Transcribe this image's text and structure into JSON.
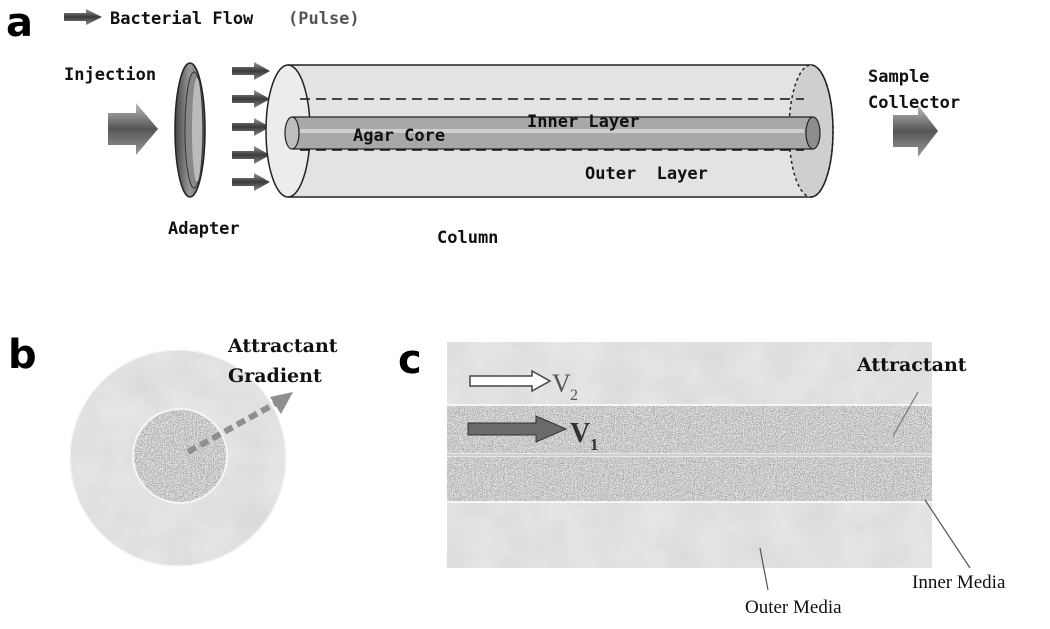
{
  "panel_a": {
    "letter": "a",
    "legend_bacterial_flow": "Bacterial Flow",
    "legend_pulse": "(Pulse)",
    "injection": "Injection",
    "adapter": "Adapter",
    "agar_core": "Agar Core",
    "inner_layer": "Inner Layer",
    "outer_layer": "Outer  Layer",
    "column": "Column",
    "sample": "Sample",
    "collector": "Collector"
  },
  "panel_b": {
    "letter": "b",
    "attractant": "Attractant",
    "gradient": "Gradient"
  },
  "panel_c": {
    "letter": "c",
    "v2": "V",
    "v2_sub": "2",
    "v1": "V",
    "v1_sub": "1",
    "attractant": "Attractant",
    "inner_media": "Inner Media",
    "outer_media": "Outer Media"
  }
}
